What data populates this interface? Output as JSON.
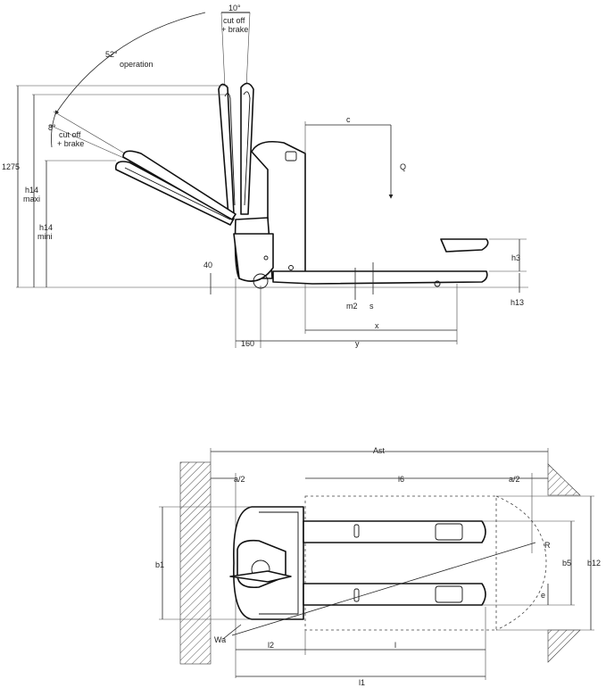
{
  "side_view": {
    "angle_10": "10°",
    "cutoff_brake_top_1": "cut off",
    "cutoff_brake_top_2": "+ brake",
    "angle_52": "52°",
    "operation": "operation",
    "angle_8": "8°",
    "cutoff_brake_left_1": "cut off",
    "cutoff_brake_left_2": "+ brake",
    "c": "c",
    "Q": "Q",
    "h1275": "1275",
    "h14_maxi_1": "h14",
    "h14_maxi_2": "maxi",
    "h14_mini_1": "h14",
    "h14_mini_2": "mini",
    "h3": "h3",
    "h13": "h13",
    "d40": "40",
    "m2": "m2",
    "s": "s",
    "x": "x",
    "d160": "160",
    "y": "y"
  },
  "top_view": {
    "Ast": "Ast",
    "a2_left": "a/2",
    "a2_right": "a/2",
    "l6": "l6",
    "R": "R",
    "b1": "b1",
    "b5": "b5",
    "b12": "b12",
    "e": "e",
    "Wa": "Wa",
    "l2": "l2",
    "l": "l",
    "l1": "l1"
  }
}
